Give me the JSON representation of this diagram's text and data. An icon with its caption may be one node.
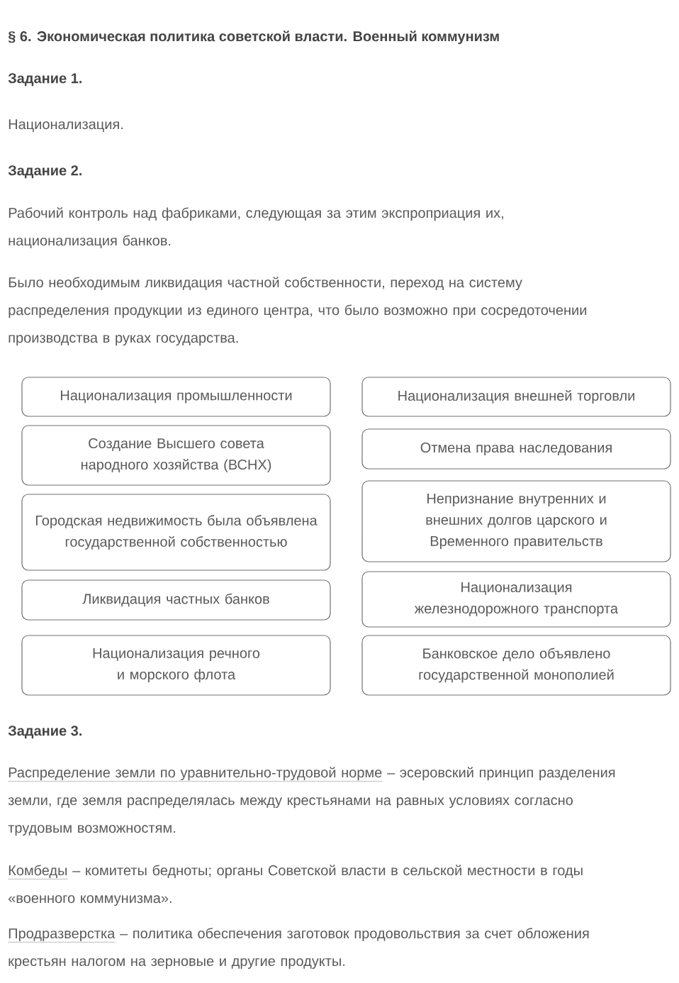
{
  "diagram": {
    "title": "§ 6. Экономическая политика советской власти. Военный коммунизм",
    "nodes": [
      {
        "text": [
          "Национализация промышленности"
        ]
      },
      {
        "text": [
          "Национализация внешней торговли"
        ]
      },
      {
        "text": [
          "Создание Высшего совета народного хозяйства (ВСНХ)"
        ]
      },
      {
        "text": [
          "Отмена права наследования"
        ]
      },
      {
        "text": [
          "Городская недвижимость была объявлена государственной собственностью"
        ]
      },
      {
        "text": [
          "Непризнание внутренних и внешних долгов царского и Временного правительств"
        ]
      },
      {
        "text": [
          "Ликвидация частных банков"
        ]
      },
      {
        "text": [
          "Национализация железнодорожного транспорта"
        ]
      },
      {
        "text": [
          "Национализация речного и морского флота"
        ]
      },
      {
        "text": [
          "Банковское дело объявлено государственной монополией"
        ]
      }
    ],
    "labels": [
      "Задание 1.",
      "Национализация.",
      "Задание 2.",
      "Рабочий контроль над фабриками, следующая за этим экспроприация их, национализация банков.",
      "Было необходимым ликвидация частной собственности, переход на систему распределения продукции из единого центра, что было возможно при сосредоточении производства в руках государства.",
      "Задание 3.",
      "Распределение земли по уравнительно-трудовой норме",
      "– эсеровский принцип разделения земли, где земля распределялась между крестьянами на равных условиях согласно трудовым возможностям.",
      "Комбеды",
      "– комитеты бедноты; органы Советской власти в сельской местности в годы «военного коммунизма».",
      "Продразверстка",
      "– политика обеспечения заготовок продовольствия за счет обложения крестьян налогом на зерновые и другие продукты."
    ]
  }
}
